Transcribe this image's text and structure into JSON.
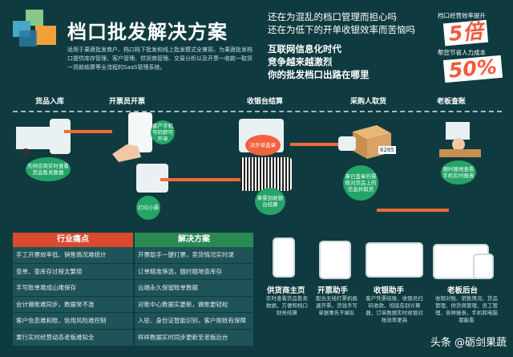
{
  "header": {
    "title": "档口批发解决方案",
    "intro": "适用于果蔬批发商户、档口档下批发和线上批发模式全兼容。为果蔬批发档口提供库存管理、客户管理、供货商管理、交易分析以及开票一收款一取货一货款结算等全流程的SaaS管理系统。"
  },
  "questions": [
    "还在为混乱的档口管理而担心吗",
    "还在为低下的开单收银效率而苦恼吗"
  ],
  "slogan": [
    "互联网信息化时代",
    "竞争越来越激烈",
    "你的批发档口出路在哪里"
  ],
  "kpis": [
    {
      "label": "档口经营效率提升",
      "value": "5倍"
    },
    {
      "label": "帮您节省人力成本",
      "value": "50%"
    }
  ],
  "flow": {
    "steps": [
      "货品入库",
      "开票员开票",
      "收银台结算",
      "采购人取货",
      "老板查账"
    ],
    "tags": {
      "stock": "先供应商实时查看货品售卖数据",
      "ticket": "客户手机号码即可开单",
      "print": "打印小票",
      "pay": "对开单盖章",
      "scan": "拿票到收银台结算",
      "receipt": "6285",
      "pickup": "拿已盖章的票核对货品上的信息并取货",
      "boss": "随时随地查看手机实时报表"
    }
  },
  "pain": {
    "header": "行业痛点",
    "rows": [
      "手工开票效率低、销售情况难统计",
      "查单、查库存过程太繁琐",
      "手写账单难成山难保存",
      "会计做账难同步，数据常不准",
      "客户信息难和账、信用风险难控制",
      "果行实时经营动态老板难知全"
    ]
  },
  "solution": {
    "header": "解决方案",
    "rows": [
      "开票助手一键打票，卖货情况实时录",
      "订单精准筛选，随时随地查库存",
      "云端永久保留账单数据",
      "对账中心数据实更新，做账更轻松",
      "入驻、身份证智能识别，客户赊账有保障",
      "样样数据实时同步更新至老板后台"
    ]
  },
  "devices": [
    {
      "name": "供货商主页",
      "desc": "实时查看货品售卖数据，方便和档口财务结算"
    },
    {
      "name": "开票助手",
      "desc": "配合无线打票机极速开票，货钱手写单据事先不掉队"
    },
    {
      "name": "收银助手",
      "desc": "客户凭票结账、收银员扫码收款，彻底告别计算器，订单数据实时收银对账效率更高"
    },
    {
      "name": "老板后台",
      "desc": "收银对账、销售情况、货品管理、供货商管理、员工管理、各种报表，手机和电脑都能看"
    }
  ],
  "watermark": "头条 @砺剑果蔬",
  "colors": {
    "bg": "#0f3b40",
    "accent": "#f25a3c",
    "green": "#2a8a54",
    "red": "#d94a2e"
  }
}
